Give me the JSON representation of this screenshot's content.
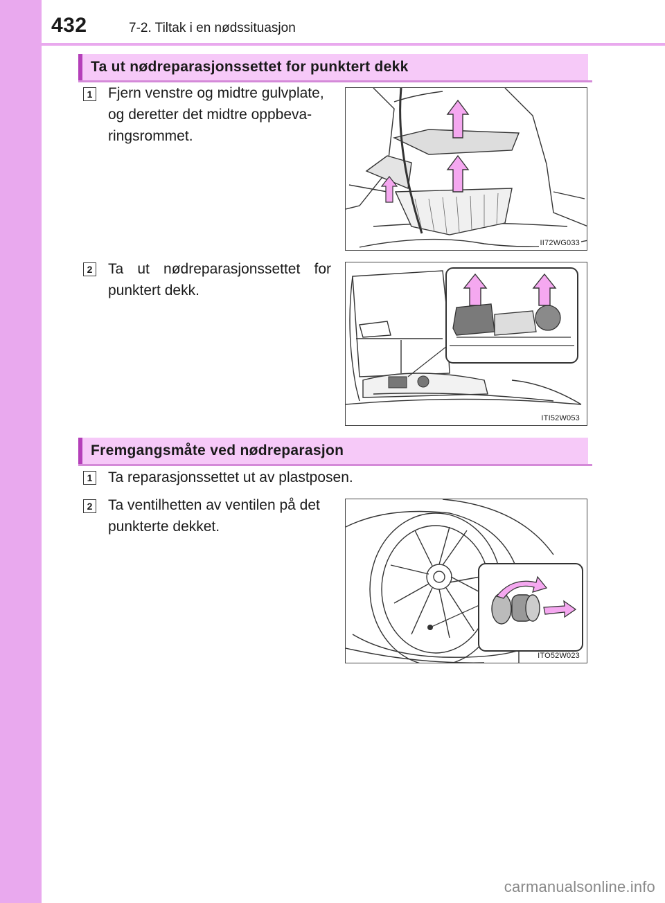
{
  "header": {
    "page_number": "432",
    "chapter": "7-2. Tiltak i en nødssituasjon"
  },
  "section1": {
    "title": "Ta ut nødreparasjonssettet for punktert dekk",
    "steps": [
      {
        "badge": "1",
        "lines": [
          "Fjern venstre og midtre gulvplate,",
          "og deretter det midtre oppbeva-",
          "ringsrommet."
        ]
      },
      {
        "badge": "2",
        "lines": [
          "Ta ut nødreparasjonssettet for",
          "punktert dekk."
        ]
      }
    ],
    "figures": [
      "II72WG033",
      "ITI52W053"
    ]
  },
  "section2": {
    "title": "Fremgangsmåte ved nødreparasjon",
    "steps": [
      {
        "badge": "1",
        "lines": [
          "Ta reparasjonssettet ut av plastposen."
        ]
      },
      {
        "badge": "2",
        "lines": [
          "Ta ventilhetten av ventilen på det",
          "punkterte dekket."
        ]
      }
    ],
    "figures": [
      "ITO52W023"
    ]
  },
  "colors": {
    "accent_strip": "#e9a9ee",
    "section_bg": "#f6c9f8",
    "arrow_fill": "#f5a8f0"
  },
  "icons": [
    "up-arrow-icon",
    "rotate-arrow-icon",
    "pull-arrow-icon"
  ],
  "footer": {
    "watermark": "carmanualsonline.info"
  }
}
